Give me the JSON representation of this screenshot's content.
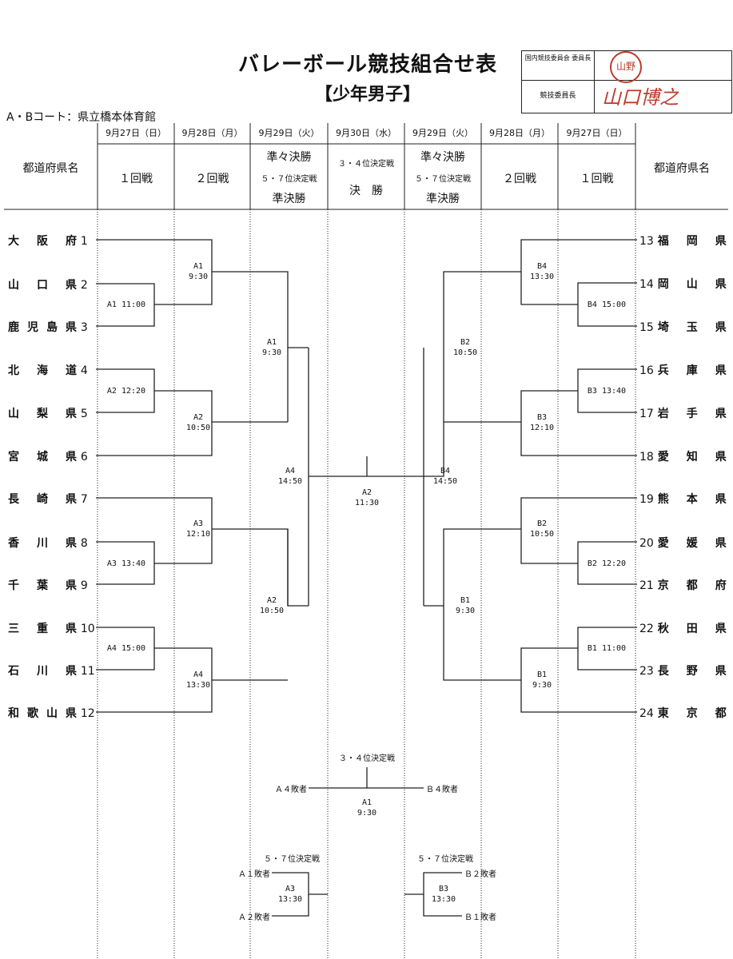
{
  "title": "バレーボール競技組合せ表",
  "subtitle": "【少年男子】",
  "signatures": {
    "role1": "国内競技委員会 委員長",
    "role2": "競技委員長",
    "stamp_text": "山野",
    "signature_text": "山口博之"
  },
  "venue": "A・Bコート：県立橋本体育館",
  "header": {
    "dates": [
      "9月27日（日）",
      "9月28日（月）",
      "9月29日（火）",
      "9月30日（水）",
      "9月29日（火）",
      "9月28日（月）",
      "9月27日（日）"
    ],
    "pref_label": "都道府県名",
    "round1": "１回戦",
    "round2": "２回戦",
    "qf": "準々決勝",
    "place57": "５・７位決定戦",
    "sf": "準決勝",
    "place34": "３・４位決定戦",
    "final": "決　勝"
  },
  "left_teams": [
    {
      "name": "大阪府",
      "num": "1"
    },
    {
      "name": "山口県",
      "num": "2"
    },
    {
      "name": "鹿児島県",
      "num": "3"
    },
    {
      "name": "北海道",
      "num": "4"
    },
    {
      "name": "山梨県",
      "num": "5"
    },
    {
      "name": "宮城県",
      "num": "6"
    },
    {
      "name": "長崎県",
      "num": "7"
    },
    {
      "name": "香川県",
      "num": "8"
    },
    {
      "name": "千葉県",
      "num": "9"
    },
    {
      "name": "三重県",
      "num": "10"
    },
    {
      "name": "石川県",
      "num": "11"
    },
    {
      "name": "和歌山県",
      "num": "12"
    }
  ],
  "right_teams": [
    {
      "name": "福岡県",
      "num": "13"
    },
    {
      "name": "岡山県",
      "num": "14"
    },
    {
      "name": "埼玉県",
      "num": "15"
    },
    {
      "name": "兵庫県",
      "num": "16"
    },
    {
      "name": "岩手県",
      "num": "17"
    },
    {
      "name": "愛知県",
      "num": "18"
    },
    {
      "name": "熊本県",
      "num": "19"
    },
    {
      "name": "愛媛県",
      "num": "20"
    },
    {
      "name": "京都府",
      "num": "21"
    },
    {
      "name": "秋田県",
      "num": "22"
    },
    {
      "name": "長野県",
      "num": "23"
    },
    {
      "name": "東京都",
      "num": "24"
    }
  ],
  "matches": {
    "l_r1_a": "A1 11:00",
    "l_r1_b": "A2 12:20",
    "l_r1_c": "A3 13:40",
    "l_r1_d": "A4 15:00",
    "l_r2_a": [
      "A1",
      "9:30"
    ],
    "l_r2_b": [
      "A2",
      "10:50"
    ],
    "l_r2_c": [
      "A3",
      "12:10"
    ],
    "l_r2_d": [
      "A4",
      "13:30"
    ],
    "l_qf_a": [
      "A1",
      "9:30"
    ],
    "l_qf_b": [
      "A2",
      "10:50"
    ],
    "l_sf": [
      "A4",
      "14:50"
    ],
    "final": [
      "A2",
      "11:30"
    ],
    "r_sf": [
      "B4",
      "14:50"
    ],
    "r_qf_a": [
      "B2",
      "10:50"
    ],
    "r_qf_b": [
      "B1",
      "9:30"
    ],
    "r_r2_a": [
      "B4",
      "13:30"
    ],
    "r_r2_b": [
      "B3",
      "12:10"
    ],
    "r_r2_c": [
      "B2",
      "10:50"
    ],
    "r_r2_d": [
      "B1",
      "9:30"
    ],
    "r_r1_a": "B4 15:00",
    "r_r1_b": "B3 13:40",
    "r_r1_c": "B2 12:20",
    "r_r1_d": "B1 11:00"
  },
  "third_place": {
    "title": "３・４位決定戦",
    "left": "Ａ４敗者",
    "right": "Ｂ４敗者",
    "match": [
      "A1",
      "9:30"
    ]
  },
  "place57_left": {
    "title": "５・７位決定戦",
    "a": "Ａ１敗者",
    "b": "Ａ２敗者",
    "match": [
      "A3",
      "13:30"
    ]
  },
  "place57_right": {
    "title": "５・７位決定戦",
    "a": "Ｂ２敗者",
    "b": "Ｂ１敗者",
    "match": [
      "B3",
      "13:30"
    ]
  }
}
